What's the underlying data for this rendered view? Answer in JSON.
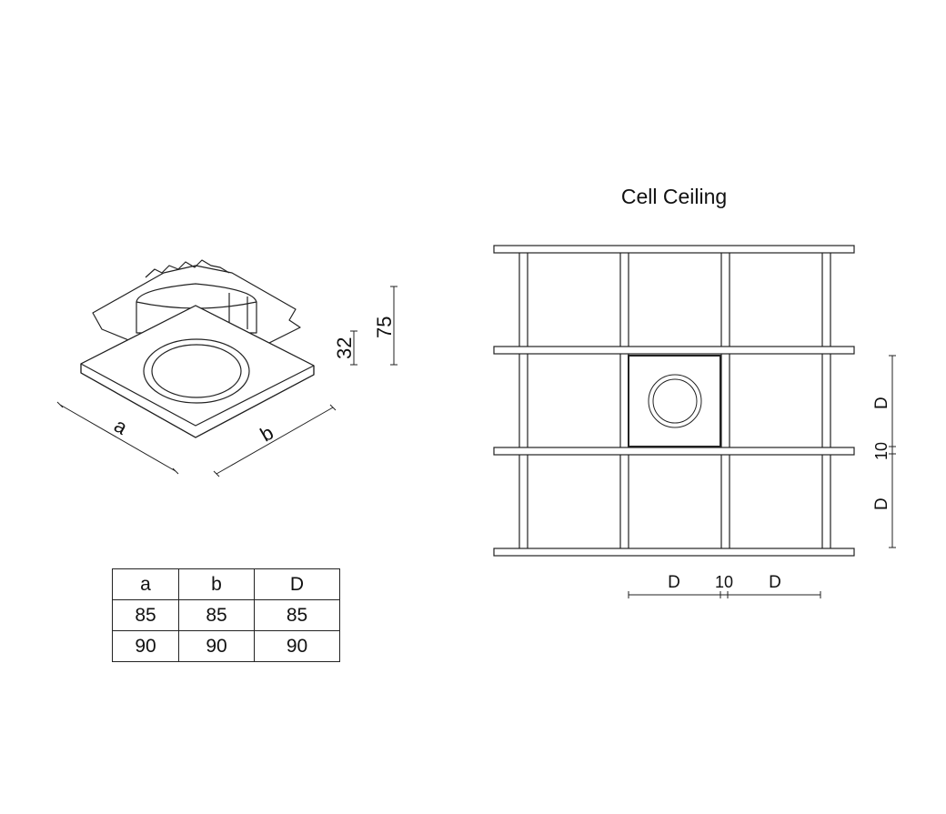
{
  "title": "Cell Ceiling",
  "iso_labels": {
    "a": "a",
    "b": "b",
    "h_small": "32",
    "h_large": "75"
  },
  "grid_labels": {
    "d": "D",
    "gap": "10"
  },
  "table": {
    "headers": [
      "a",
      "b",
      "D"
    ],
    "rows": [
      [
        "85",
        "85",
        "85"
      ],
      [
        "90",
        "90",
        "90"
      ]
    ]
  }
}
